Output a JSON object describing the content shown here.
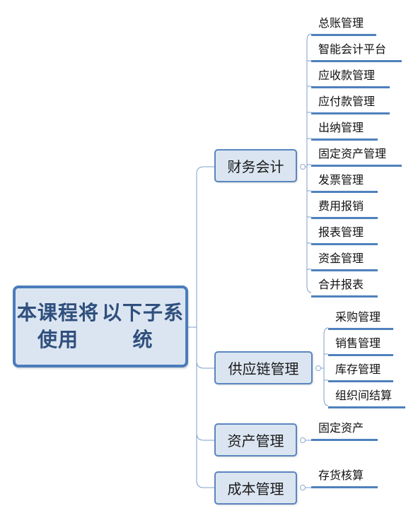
{
  "root": {
    "line1": "本课程将使用",
    "line2": "以下子系统"
  },
  "categories": [
    {
      "label": "财务会计",
      "items": [
        "总账管理",
        "智能会计平台",
        "应收款管理",
        "应付款管理",
        "出纳管理",
        "固定资产管理",
        "发票管理",
        "费用报销",
        "报表管理",
        "资金管理",
        "合并报表"
      ]
    },
    {
      "label": "供应链管理",
      "items": [
        "采购管理",
        "销售管理",
        "库存管理",
        "组织间结算"
      ]
    },
    {
      "label": "资产管理",
      "items": [
        "固定资产"
      ]
    },
    {
      "label": "成本管理",
      "items": [
        "存货核算"
      ]
    }
  ],
  "colors": {
    "border": "#4a7cbb",
    "fill": "#dbe5f1",
    "underline": "#4f81bd",
    "connector": "#7f9fcc"
  }
}
